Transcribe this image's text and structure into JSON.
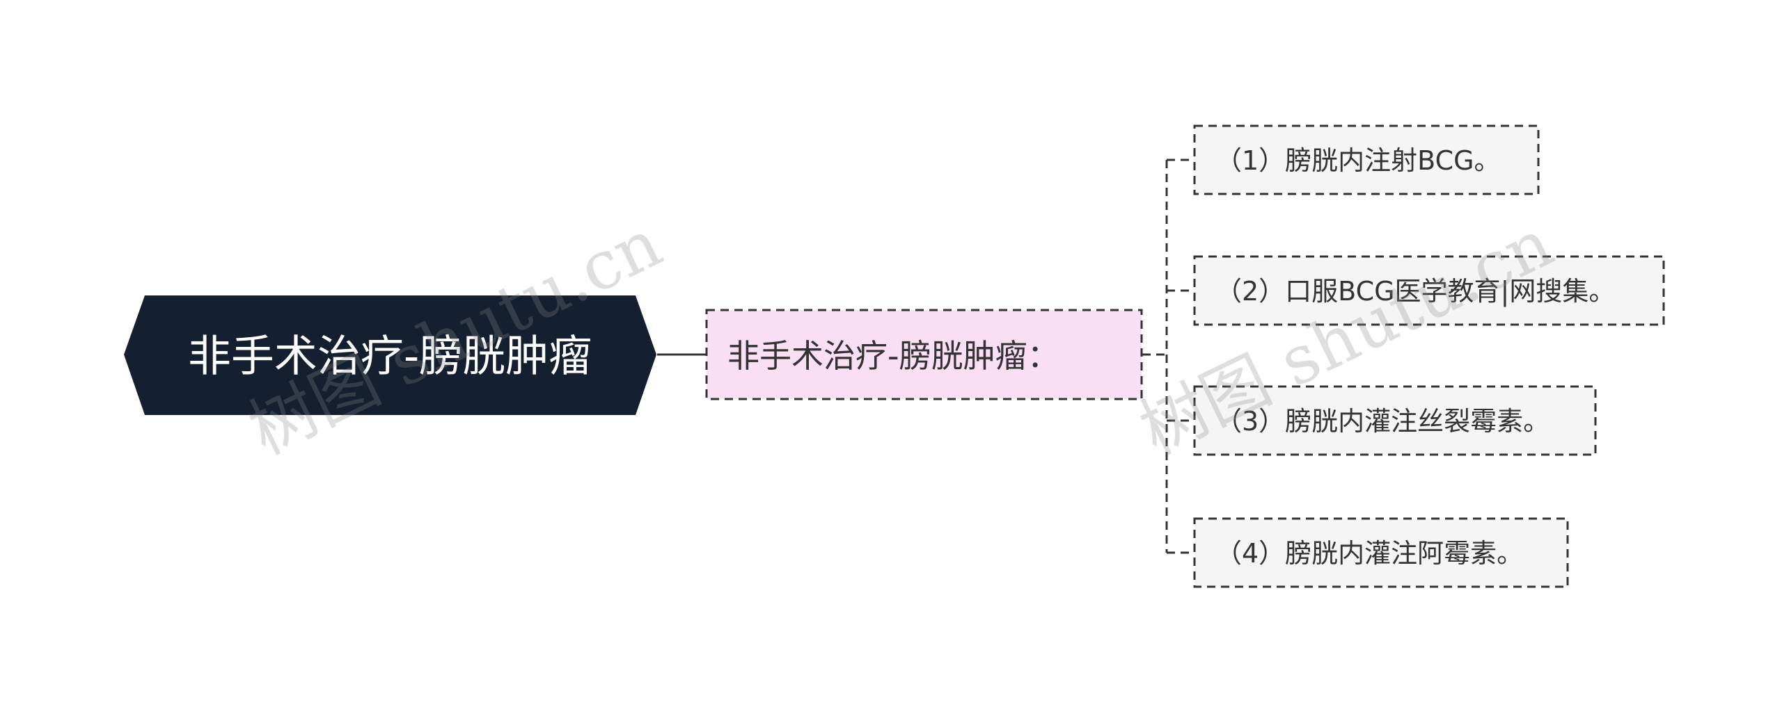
{
  "root": {
    "label": "非手术治疗-膀胱肿瘤",
    "fill": "#14202f"
  },
  "branch": {
    "label": "非手术治疗-膀胱肿瘤：",
    "fill": "#f9dff3"
  },
  "leaves": [
    {
      "label": "（1）膀胱内注射BCG。"
    },
    {
      "label": "（2）口服BCG医学教育|网搜集。"
    },
    {
      "label": "（3）膀胱内灌注丝裂霉素。"
    },
    {
      "label": "（4）膀胱内灌注阿霉素。"
    }
  ],
  "leaf_fill": "#f5f5f5",
  "watermarks": [
    "树图 shutu.cn",
    "树图 shutu.cn"
  ]
}
